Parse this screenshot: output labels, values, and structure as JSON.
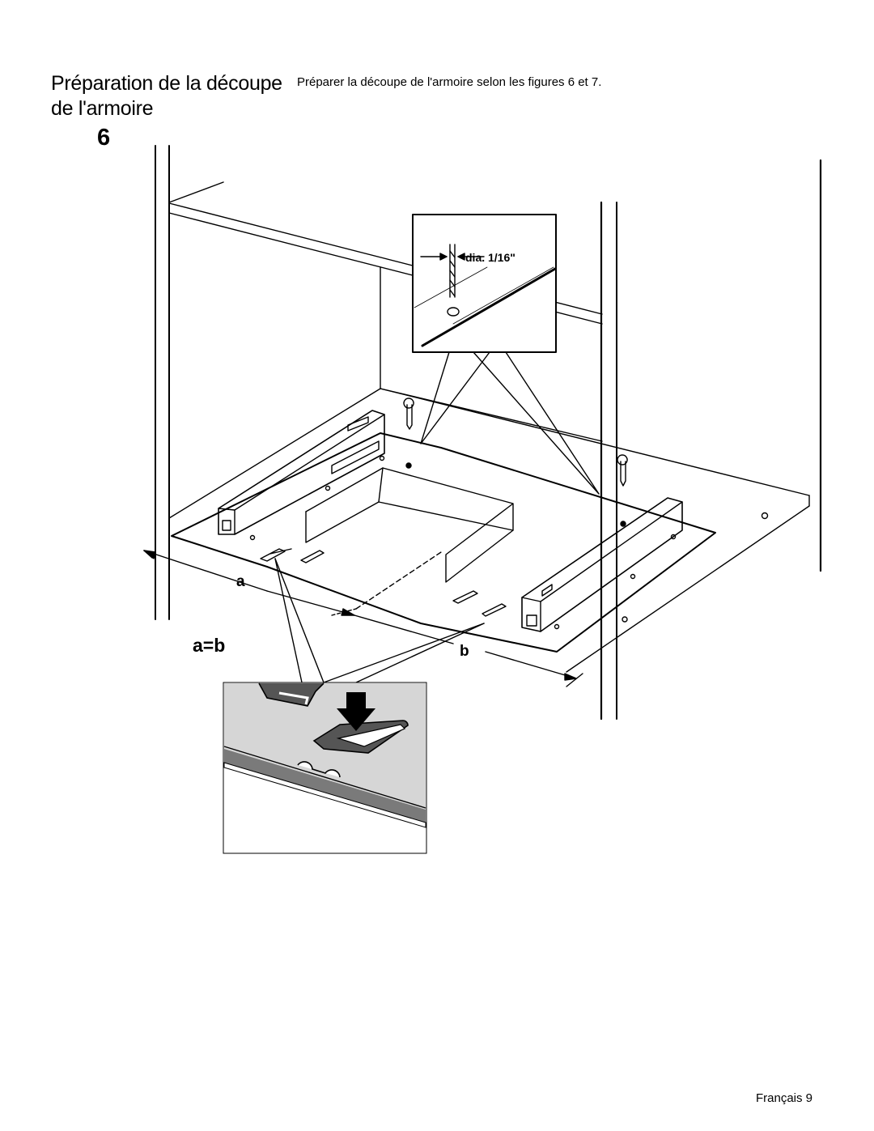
{
  "heading": {
    "title": "Préparation de la découpe de l'armoire"
  },
  "intro": {
    "text": "Préparer la découpe de l'armoire selon les figures 6 et 7."
  },
  "figure": {
    "number": "6",
    "detail_label": "dia. 1/16\"",
    "label_a": "a",
    "label_b": "b",
    "equation": "a=b"
  },
  "footer": {
    "page": "Français 9"
  }
}
